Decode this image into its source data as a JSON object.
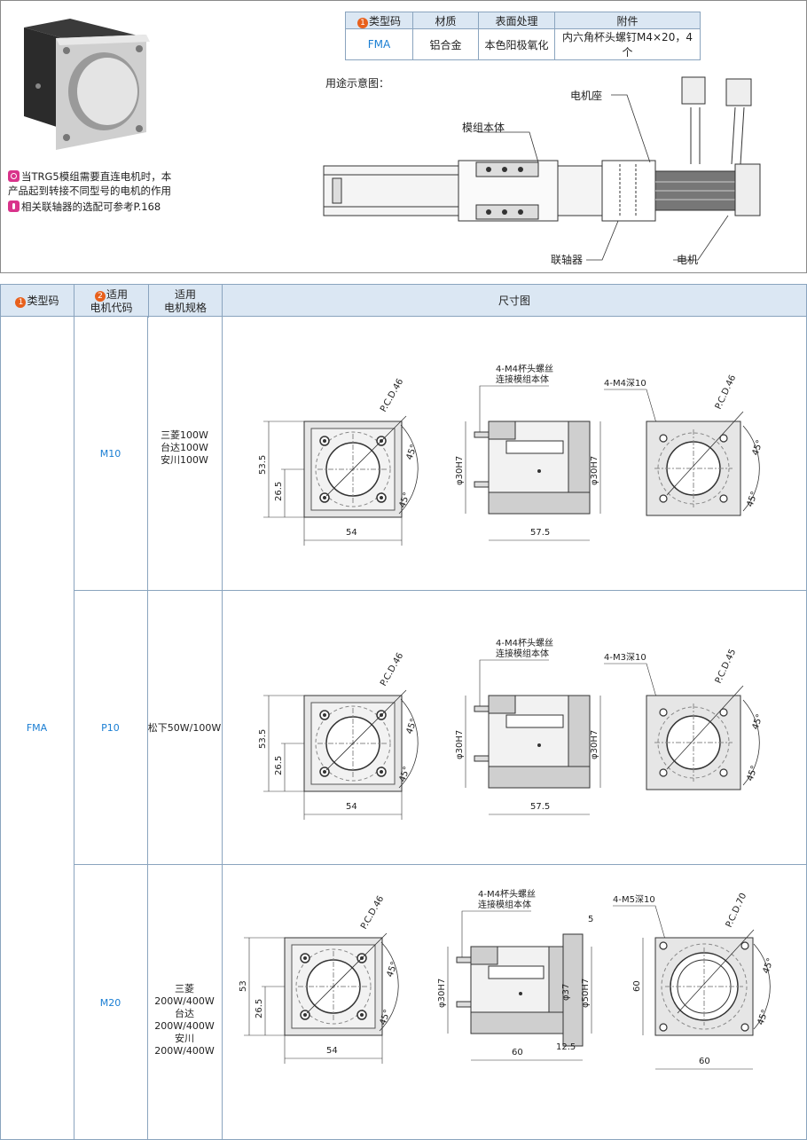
{
  "top": {
    "notes": [
      "当TRG5模组需要直连电机时，本",
      "产品起到转接不同型号的电机的作用",
      "相关联轴器的选配可参考P.168"
    ],
    "spec_table": {
      "headers": [
        "类型码",
        "材质",
        "表面处理",
        "附件"
      ],
      "header_badge": "1",
      "row": [
        "FMA",
        "铝合金",
        "本色阳极氧化",
        "内六角杯头螺钉M4×20，4个"
      ]
    },
    "usage_title": "用途示意图：",
    "diagram_labels": {
      "motor_seat": "电机座",
      "module_body": "模组本体",
      "coupling": "联轴器",
      "motor": "电机"
    }
  },
  "main": {
    "headers": {
      "type_code": "类型码",
      "type_badge": "1",
      "motor_code_l1": "适用",
      "motor_code_l2": "电机代码",
      "motor_badge": "2",
      "motor_spec_l1": "适用",
      "motor_spec_l2": "电机规格",
      "drawing": "尺寸图"
    },
    "type_value": "FMA",
    "rows": [
      {
        "code": "M10",
        "spec": [
          "三菱100W",
          "台达100W",
          "安川100W"
        ],
        "front": {
          "pcd": "P.C.D.46",
          "a1": "45°",
          "a2": "45°",
          "h": "53.5",
          "h2": "26.5",
          "w": "54"
        },
        "side": {
          "note1": "4-M4杯头螺丝",
          "note2": "连接模组本体",
          "d1": "φ30H7",
          "d2": "φ30H7",
          "w": "57.5"
        },
        "rear": {
          "note": "4-M4深10",
          "pcd": "P.C.D.46",
          "a1": "45°",
          "a2": "45°"
        }
      },
      {
        "code": "P10",
        "spec": [
          "松下50W/100W"
        ],
        "front": {
          "pcd": "P.C.D.46",
          "a1": "45°",
          "a2": "45°",
          "h": "53.5",
          "h2": "26.5",
          "w": "54"
        },
        "side": {
          "note1": "4-M4杯头螺丝",
          "note2": "连接模组本体",
          "d1": "φ30H7",
          "d2": "φ30H7",
          "w": "57.5"
        },
        "rear": {
          "note": "4-M3深10",
          "pcd": "P.C.D.45",
          "a1": "45°",
          "a2": "45°"
        }
      },
      {
        "code": "M20",
        "spec": [
          "三菱200W/400W",
          "台达200W/400W",
          "安川200W/400W"
        ],
        "front": {
          "pcd": "P.C.D.46",
          "a1": "45°",
          "a2": "45°",
          "h": "53",
          "h2": "26.5",
          "w": "54"
        },
        "side": {
          "note1": "4-M4杯头螺丝",
          "note2": "连接模组本体",
          "d1": "φ30H7",
          "d3": "φ37",
          "d2": "φ50H7",
          "w": "60",
          "w2": "12.5",
          "t": "5"
        },
        "rear": {
          "note": "4-M5深10",
          "pcd": "P.C.D.70",
          "a1": "45°",
          "a2": "45°",
          "h": "60",
          "w": "60"
        }
      }
    ]
  }
}
